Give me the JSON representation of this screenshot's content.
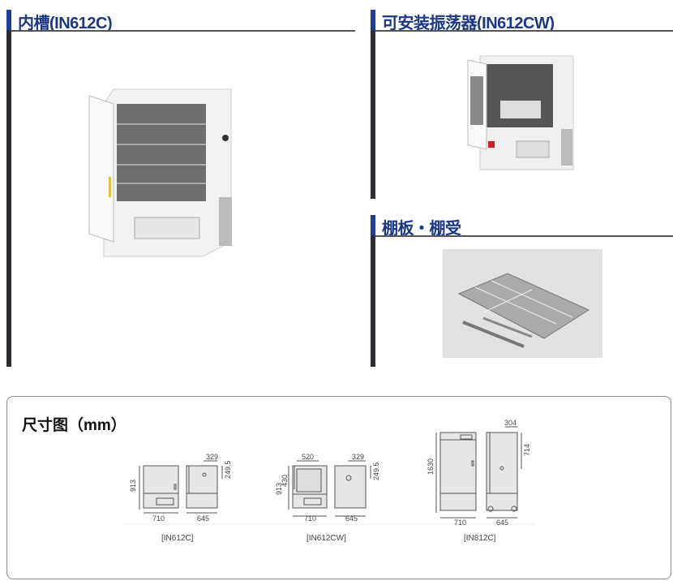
{
  "sections": {
    "chamber": {
      "title": "内槽(IN612C)"
    },
    "shaker": {
      "title": "可安装振荡器(IN612CW)"
    },
    "shelves": {
      "title": "棚板・棚受"
    }
  },
  "dimensions": {
    "title": "尺寸图（mm）",
    "models": [
      {
        "label": "[IN612C]",
        "height": "913",
        "width": "710",
        "depth": "645",
        "side_top": "329",
        "side_right": "249.5"
      },
      {
        "label": "[IN612CW]",
        "height": "913",
        "width": "710",
        "depth": "645",
        "window_width": "520",
        "window_height": "430",
        "side_top": "329",
        "side_right": "249.5"
      },
      {
        "label": "[IN812C]",
        "height": "1630",
        "width": "710",
        "depth": "645",
        "side_top": "304",
        "side_right": "714"
      }
    ]
  }
}
